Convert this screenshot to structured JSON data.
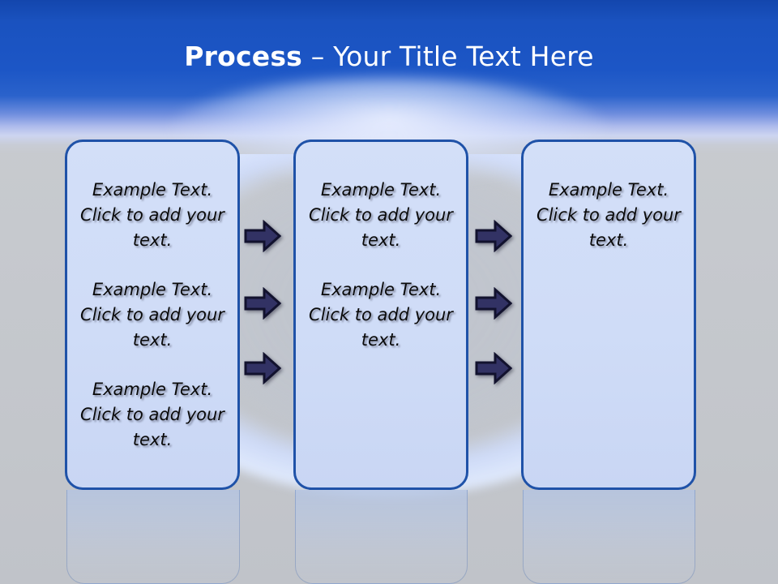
{
  "slide": {
    "title": {
      "bold_part": "Process",
      "rest_part": " – Your Title Text Here",
      "full": "Process – Your Title Text Here"
    },
    "colors": {
      "header_blue": "#1c56c6",
      "body_gray": "#c7cace",
      "box_fill": "#d0ddf7",
      "box_border": "#1f52a8",
      "arrow_fill": "#323264",
      "arrow_outline": "#12122e",
      "title_text": "#ffffff",
      "body_text": "#0a0a0a"
    },
    "boxes": [
      {
        "name": "process-box-1",
        "paragraphs": [
          "Example Text. Click  to add your text.",
          "Example Text. Click  to add your text.",
          "Example Text. Click  to add your text."
        ]
      },
      {
        "name": "process-box-2",
        "paragraphs": [
          "Example Text. Click  to add your text.",
          "Example Text. Click  to add your text."
        ]
      },
      {
        "name": "process-box-3",
        "paragraphs": [
          "Example Text. Click  to add your text."
        ]
      }
    ],
    "arrow_groups": [
      {
        "name": "arrow-group-1-to-2",
        "count": 3,
        "icon": "right-arrow-icon"
      },
      {
        "name": "arrow-group-2-to-3",
        "count": 3,
        "icon": "right-arrow-icon"
      }
    ]
  }
}
